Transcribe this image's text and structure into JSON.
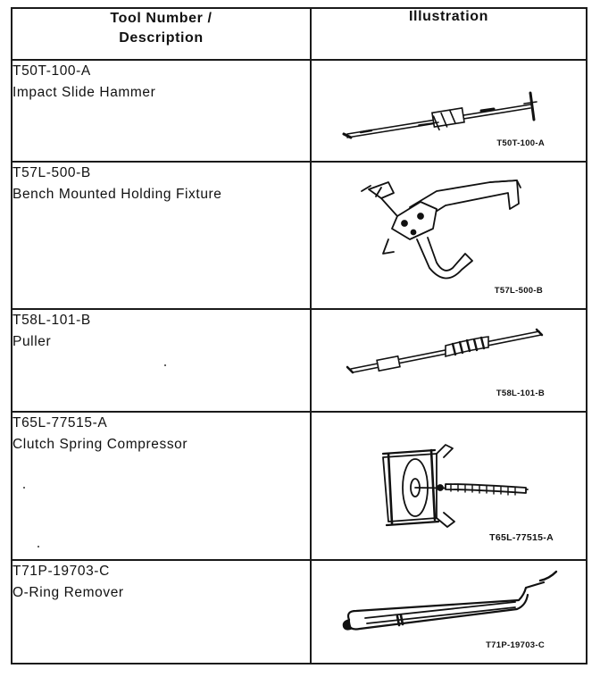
{
  "header": {
    "col1_line1": "Tool Number /",
    "col1_line2": "Description",
    "col2": "Illustration"
  },
  "tools": [
    {
      "number": "T50T-100-A",
      "description": "Impact Slide Hammer",
      "caption": "T50T-100-A",
      "icon": "slide-hammer-icon"
    },
    {
      "number": "T57L-500-B",
      "description": "Bench Mounted Holding Fixture",
      "caption": "T57L-500-B",
      "icon": "holding-fixture-icon"
    },
    {
      "number": "T58L-101-B",
      "description": "Puller",
      "caption": "T58L-101-B",
      "icon": "puller-icon"
    },
    {
      "number": "T65L-77515-A",
      "description": "Clutch Spring Compressor",
      "caption": "T65L-77515-A",
      "icon": "spring-compressor-icon"
    },
    {
      "number": "T71P-19703-C",
      "description": "O-Ring Remover",
      "caption": "T71P-19703-C",
      "icon": "o-ring-remover-icon"
    }
  ]
}
